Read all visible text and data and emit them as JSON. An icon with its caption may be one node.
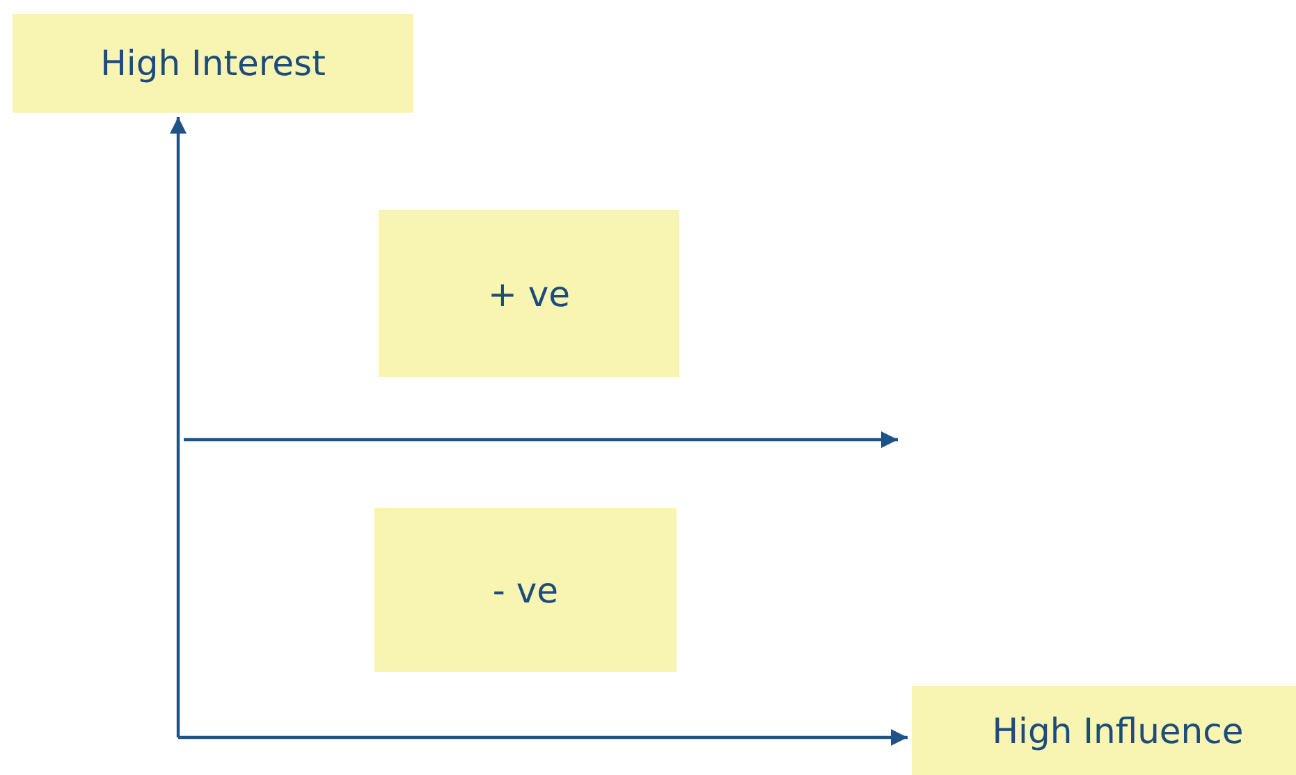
{
  "diagram": {
    "nodes": [
      {
        "text": [
          "High Interest"
        ]
      },
      {
        "text": [
          "+ ve"
        ]
      },
      {
        "text": [
          "- ve"
        ]
      },
      {
        "text": [
          "High Influence"
        ]
      }
    ],
    "edges": [
      {
        "from": null,
        "to": 0,
        "arrow": "to"
      },
      {
        "from": null,
        "to": 3,
        "arrow": "to"
      }
    ]
  }
}
